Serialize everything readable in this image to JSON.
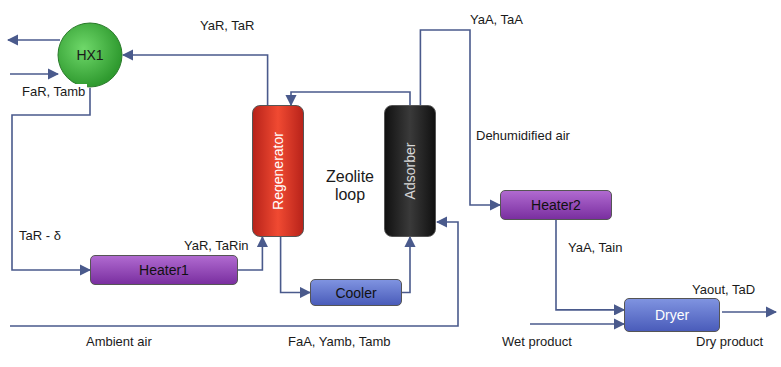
{
  "diagram": {
    "nodes": [
      {
        "text": [
          "HX1"
        ]
      },
      {
        "text": [
          "Regenerator"
        ]
      },
      {
        "text": [
          "Adsorber"
        ]
      },
      {
        "text": [
          "Heater1"
        ]
      },
      {
        "text": [
          "Cooler"
        ]
      },
      {
        "text": [
          "Heater2"
        ]
      },
      {
        "text": [
          "Dryer"
        ]
      }
    ],
    "edges": [
      {
        "from": 1,
        "to": 0,
        "arrow": "to"
      },
      {
        "from": 0,
        "to": 3,
        "arrow": "to"
      },
      {
        "from": 3,
        "to": 1,
        "arrow": "to"
      },
      {
        "from": 1,
        "to": 4,
        "arrow": "to"
      },
      {
        "from": 4,
        "to": 2,
        "arrow": "to"
      },
      {
        "from": 2,
        "to": 1,
        "arrow": "to"
      },
      {
        "from": 2,
        "to": 5,
        "arrow": "to"
      },
      {
        "from": 5,
        "to": 6,
        "arrow": "to"
      }
    ],
    "labels": [
      "YaR, TaR",
      "YaA, TaA",
      "Dehumidified air",
      "FaR, Tamb",
      "TaR - δ",
      "YaR, TaRin",
      "Zeolite loop",
      "YaA, Tain",
      "Yaout, TaD",
      "Ambient air",
      "FaA, Yamb, Tamb",
      "Wet product",
      "Dry product"
    ]
  }
}
